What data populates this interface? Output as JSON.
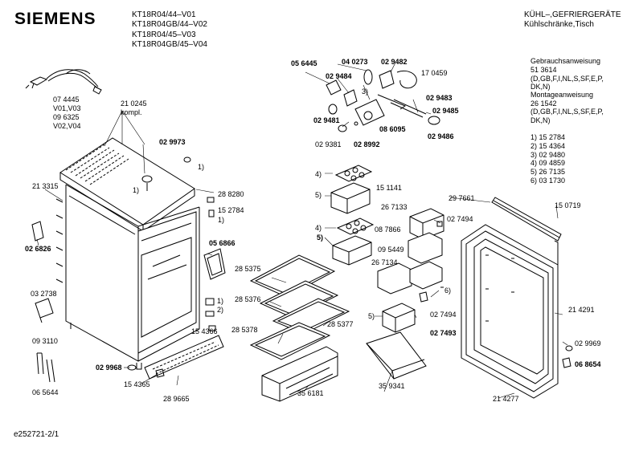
{
  "header": {
    "brand": "SIEMENS",
    "models": [
      "KT18R04/44–V01",
      "KT18R04GB/44–V02",
      "KT18R04/45–V03",
      "KT18R04GB/45–V04"
    ],
    "category": [
      "KÜHL–,GEFRIERGERÄTE",
      "Kühlschränke,Tisch"
    ]
  },
  "docs": {
    "lines": [
      "Gebrauchsanweisung",
      "51 3614",
      "(D,GB,F,I,NL,S,SF,E,P,",
      "DK,N)",
      "Montageanweisung",
      "26 1542",
      "(D,GB,F,I,NL,S,SF,E,P,",
      "DK,N)"
    ]
  },
  "legend": {
    "items": [
      "1)  15 2784",
      "2)  15 4364",
      "3)  02 9480",
      "4)  09 4859",
      "5)  26 7135",
      "6)  03 1730"
    ]
  },
  "footer": {
    "code": "e252721-2/1"
  },
  "parts": {
    "p074445": "07 4445",
    "pV01V03": "V01,V03",
    "p096325": "09 6325",
    "pV02V04": "V02,V04",
    "p210245": "21 0245",
    "pkompl": "kompl.",
    "p029973": "02 9973",
    "p1a": "1)",
    "p1b": "1)",
    "p213315": "21 3315",
    "p288280": "28 8280",
    "p152784": "15 2784",
    "p1c": "1)",
    "p026826": "02 6826",
    "p056866": "05 6866",
    "p032738": "03 2738",
    "p1d": "1)",
    "p2d": "2)",
    "p154366": "15 4366",
    "p093110": "09 3110",
    "p065644": "06 5644",
    "p029968": "02 9968",
    "p154365": "15 4365",
    "p289665": "28 9665",
    "p056445": "05 6445",
    "p040273": "04 0273",
    "p029482": "02 9482",
    "p170459": "17 0459",
    "p029484": "02 9484",
    "p3": "3)",
    "p029483": "02 9483",
    "p029485": "02 9485",
    "p029481": "02 9481",
    "p086095": "08 6095",
    "p029486": "02 9486",
    "p029381": "02 9381",
    "p028992": "02 8992",
    "p4a": "4)",
    "p151141": "15 1141",
    "p5a": "5)",
    "p297661": "29 7661",
    "p150719": "15 0719",
    "p267133": "26 7133",
    "p027494a": "02 7494",
    "p4b": "4)",
    "p5b": "5)",
    "p087866": "08 7866",
    "p095449": "09 5449",
    "p285375": "28 5375",
    "p285376": "28 5376",
    "p267134": "26 7134",
    "p6": "6)",
    "p285378": "28 5378",
    "p285377": "28 5377",
    "p5c": "5)",
    "p027494b": "02 7494",
    "p027493": "02 7493",
    "p214291": "21 4291",
    "p029969": "02 9969",
    "p068654": "06 8654",
    "p356181": "35 6181",
    "p359341": "35 9341",
    "p214277": "21 4277"
  }
}
